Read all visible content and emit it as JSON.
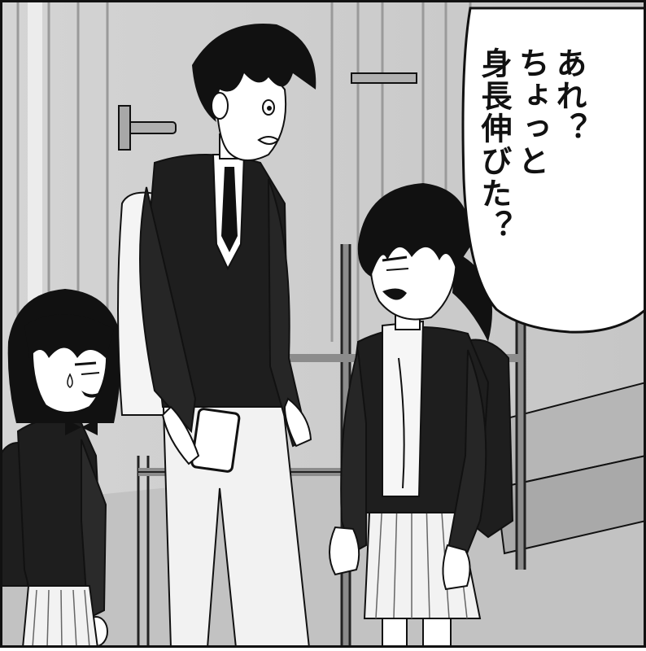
{
  "speech_bubble": {
    "lines": [
      "あれ？",
      "ちょっと",
      "身長伸びた？"
    ]
  },
  "colors": {
    "background": "#d9d9d9",
    "ink": "#111111",
    "blazer": "#1e1e1e",
    "floor": "#c2c2c2"
  }
}
